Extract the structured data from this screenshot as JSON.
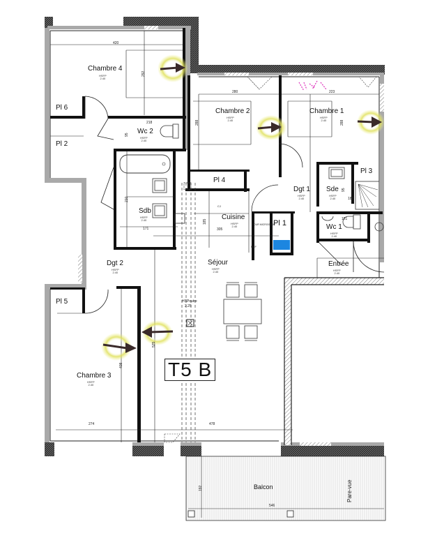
{
  "plan": {
    "unit_tag": "T5 B",
    "rooms": [
      {
        "id": "chambre4",
        "label": "Chambre 4",
        "sub": "HSFP\n2.40"
      },
      {
        "id": "chambre2",
        "label": "Chambre 2",
        "sub": "HSFP\n2.40"
      },
      {
        "id": "chambre1",
        "label": "Chambre 1",
        "sub": "HSFP\n2.40"
      },
      {
        "id": "chambre3",
        "label": "Chambre 3",
        "sub": "HSFP\n2.40"
      },
      {
        "id": "wc2",
        "label": "Wc 2",
        "sub": "HSFP\n2.40"
      },
      {
        "id": "wc1",
        "label": "Wc 1",
        "sub": "HSFP\n2.40"
      },
      {
        "id": "sdb",
        "label": "Sdb",
        "sub": "HSFP\n2.40"
      },
      {
        "id": "sde",
        "label": "Sde",
        "sub": "HSFP\n2.40"
      },
      {
        "id": "dgt1",
        "label": "Dgt 1",
        "sub": "HSFP\n2.40"
      },
      {
        "id": "dgt2",
        "label": "Dgt 2",
        "sub": "HSFP\n2.40"
      },
      {
        "id": "cuisine",
        "label": "Cuisine",
        "sub": "HSFP\n2.40"
      },
      {
        "id": "sejour",
        "label": "Séjour",
        "sub": "HSFP\n2.40"
      },
      {
        "id": "entree",
        "label": "Entrée",
        "sub": "HSFP\n2.40"
      },
      {
        "id": "balcon",
        "label": "Balcon",
        "sub": ""
      }
    ],
    "closets": [
      "Pl 6",
      "Pl 2",
      "Pl 4",
      "Pl 1",
      "Pl 3",
      "Pl 5"
    ],
    "misc_labels": {
      "pare_vue": "Pare-vue",
      "hs_poutre": "HSPoutre",
      "hs_poutre_val": "2.25",
      "four_microonde": "FOUR MICROONDE",
      "cj": "CJ",
      "ref": "REF",
      "gaine": "GT"
    },
    "dimensions": {
      "chambre4_width": "420",
      "chambre4_depth": "292",
      "chambre2_width": "280",
      "chambre2_depth": "288",
      "chambre1_width": "223",
      "chambre1_depth": "288",
      "wc2_width": "218",
      "wc2_depth": "95",
      "sdb_width": "171",
      "sdb_depth": "210",
      "cuisine_width": "305",
      "cuisine_depth": "185",
      "sde_width": "180",
      "sde_depth": "95",
      "wc1_width": "151",
      "chambre3_width": "274",
      "chambre3_depth": "408",
      "dgt2_depth": "525",
      "sejour_width": "478",
      "balcon_width": "546",
      "balcon_depth": "192"
    },
    "colors": {
      "wall": "#111111",
      "wall_gray": "#a9a9a9",
      "highlight": "#e8e86a",
      "arrow": "#3a2a2a",
      "pink_mark": "#e040c0",
      "blue_fridge": "#1c86e0"
    }
  }
}
